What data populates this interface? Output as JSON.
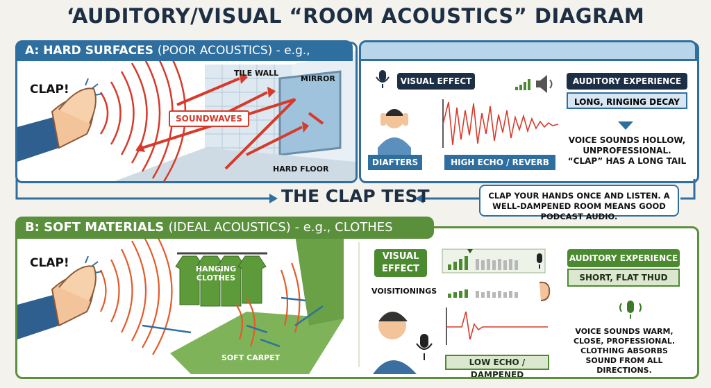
{
  "title": "‘AUDITORY/VISUAL “ROOM ACOUSTICS” DIAGRAM",
  "panel_a": {
    "heading": "A: HARD SURFACES",
    "heading_sub": "(POOR ACOUSTICS) - e.g., BATHROOM",
    "clap": "CLAP!",
    "tile_wall": "TILE WALL",
    "mirror": "MIRROR",
    "soundwaves": "SOUNDWAVES",
    "hard_floor": "HARD FLOOR",
    "visual_effect": "VISUAL EFFECT",
    "person_caption": "DIAFTERS",
    "echo_label": "HIGH ECHO / REVERB",
    "auditory_title": "AUDITORY EXPERIENCE",
    "auditory_value": "LONG, RINGING DECAY",
    "description": "VOICE SOUNDS HOLLOW, UNPROFESSIONAL. “CLAP” HAS A LONG TAIL"
  },
  "clap_test": {
    "label": "THE CLAP TEST",
    "note": "CLAP YOUR HANDS ONCE AND LISTEN. A WELL-DAMPENED ROOM MEANS GOOD PODCAST AUDIO."
  },
  "panel_b": {
    "heading": "B:  SOFT MATERIALS",
    "heading_sub": "(IDEAL ACOUSTICS) - e.g., CLOTHES CLOSET",
    "clap": "CLAP!",
    "hanging_clothes": "HANGING CLOTHES",
    "soft_carpet": "SOFT CARPET",
    "visual_effect": "VISUAL EFFECT",
    "voisitionings": "VOISITIONINGS",
    "echo_label": "LOW ECHO / DAMPENED",
    "auditory_title": "AUDITORY EXPERIENCE",
    "auditory_value": "SHORT, FLAT THUD",
    "description": "VOICE SOUNDS WARM, CLOSE, PROFESSIONAL. CLOTHING ABSORBS SOUND FROM ALL DIRECTIONS."
  },
  "colors": {
    "blue": "#2f6f9f",
    "navy": "#1d2f44",
    "green": "#5a8f3c",
    "red": "#d63a2a"
  }
}
